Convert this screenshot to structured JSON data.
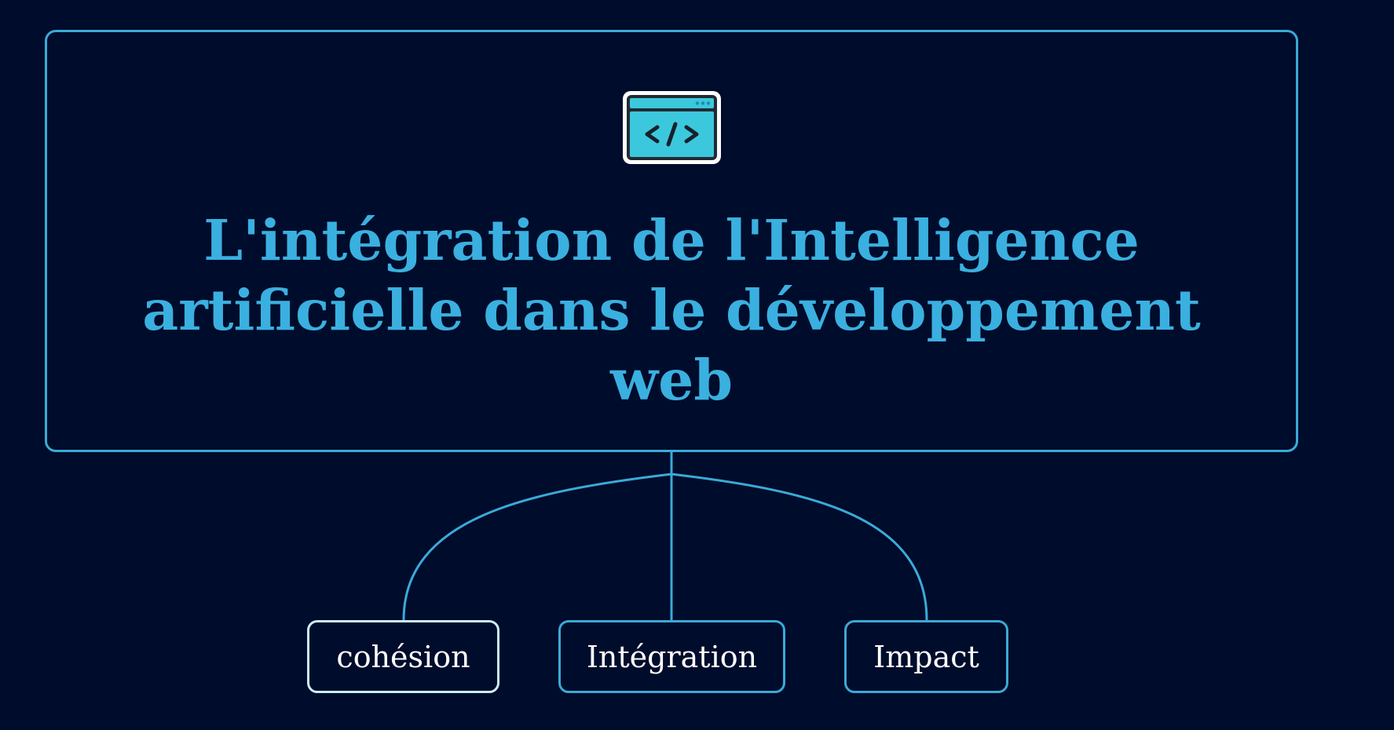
{
  "diagram": {
    "root": {
      "title_lines": [
        "L'intégration de l'Intelligence",
        "artificielle dans le développement",
        "web"
      ],
      "icon": "code-window-icon"
    },
    "children": [
      {
        "label": "cohésion",
        "selected": true
      },
      {
        "label": "Intégration",
        "selected": false
      },
      {
        "label": "Impact",
        "selected": false
      }
    ]
  },
  "colors": {
    "background": "#000c2b",
    "accent": "#3aaad8",
    "title": "#3ab0e0",
    "icon_fill": "#3cc8dc",
    "child_text": "#ffffff",
    "selected_border": "#c8f0fb"
  }
}
